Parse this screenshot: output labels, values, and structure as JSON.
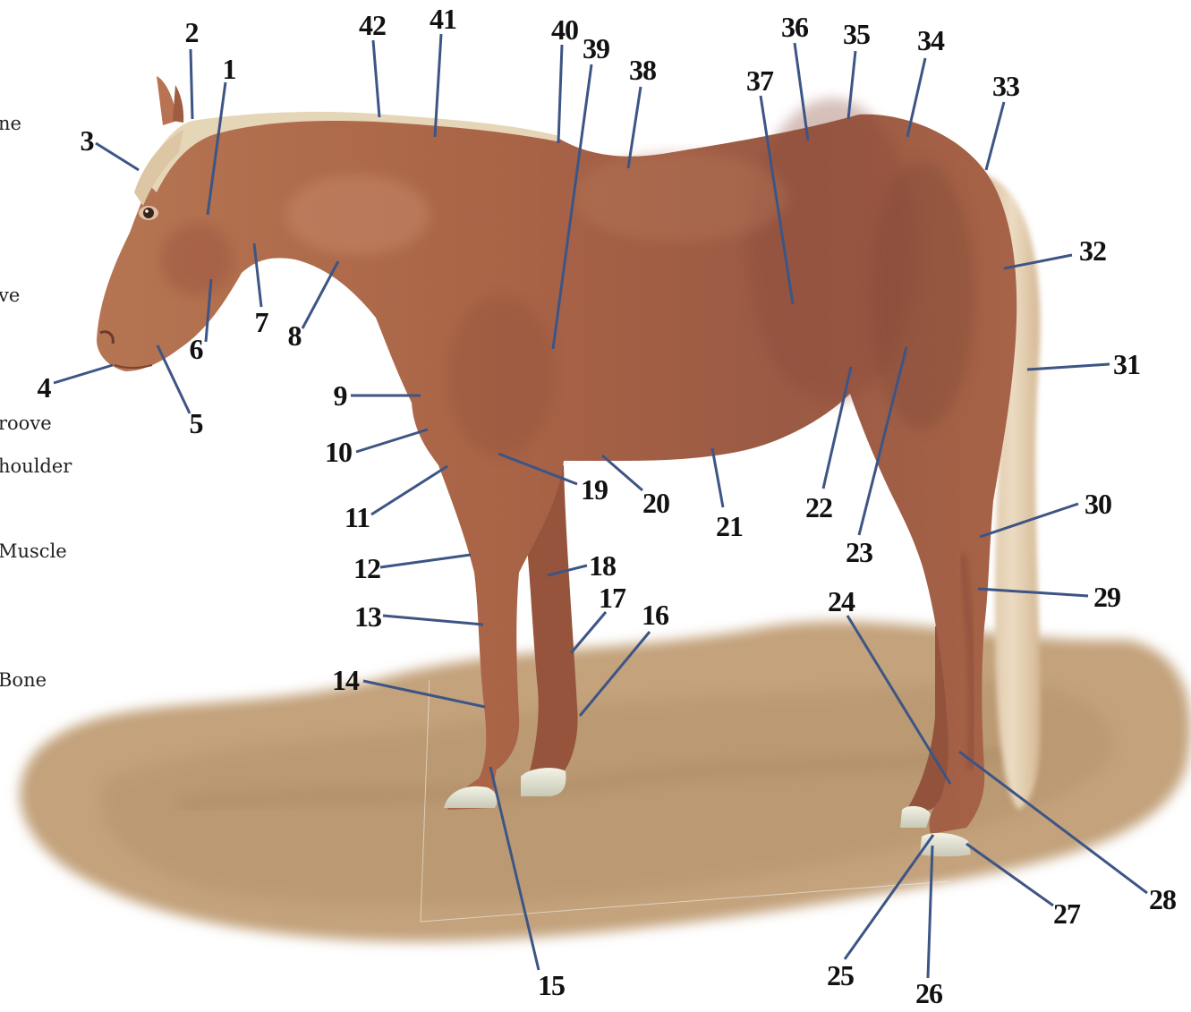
{
  "colors": {
    "coat": "#a86446",
    "coat_dark": "#8c4e38",
    "mane": "#e4d3b4",
    "ground": "#c2a27c",
    "hoof": "#e3e3d3",
    "leader_line": "#3d5585"
  },
  "side_labels": [
    "ne",
    "ve",
    "roove",
    "houlder",
    "Muscle",
    "Bone"
  ],
  "callouts": [
    "1",
    "2",
    "3",
    "4",
    "5",
    "6",
    "7",
    "8",
    "9",
    "10",
    "11",
    "12",
    "13",
    "14",
    "15",
    "16",
    "17",
    "18",
    "19",
    "20",
    "21",
    "22",
    "23",
    "24",
    "25",
    "26",
    "27",
    "28",
    "29",
    "30",
    "31",
    "32",
    "33",
    "34",
    "35",
    "36",
    "37",
    "38",
    "39",
    "40",
    "41",
    "42"
  ]
}
